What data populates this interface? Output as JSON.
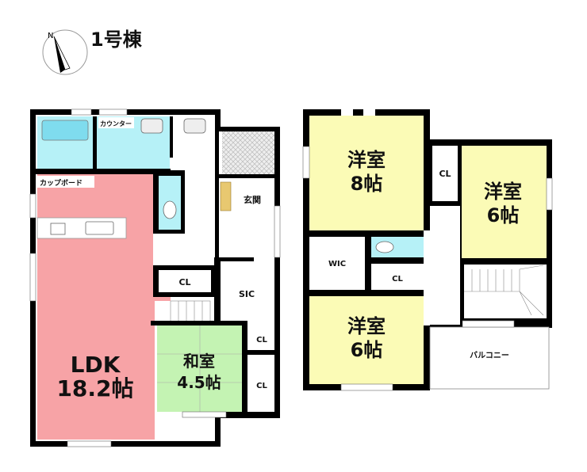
{
  "title": "1号棟",
  "compass": {
    "label": "N"
  },
  "colors": {
    "ldk": "#f7a3a6",
    "washitsu": "#c4f3b3",
    "western": "#fbfbb6",
    "wet": "#b6f1f7",
    "wall": "#000000",
    "stair": "#e8c870"
  },
  "floor1": {
    "counter_label": "カウンター",
    "cupboard_label": "カップボード",
    "entrance_label": "玄関",
    "ldk_name": "LDK",
    "ldk_size": "18.2帖",
    "washitsu_name": "和室",
    "washitsu_size": "4.5帖",
    "sic_label": "SIC",
    "cl_labels": [
      "CL",
      "CL",
      "CL"
    ]
  },
  "floor2": {
    "room_a_name": "洋室",
    "room_a_size": "8帖",
    "room_b_name": "洋室",
    "room_b_size": "6帖",
    "room_c_name": "洋室",
    "room_c_size": "6帖",
    "wic_label": "WIC",
    "cl_labels": [
      "CL",
      "CL"
    ],
    "balcony_label": "バルコニー"
  }
}
